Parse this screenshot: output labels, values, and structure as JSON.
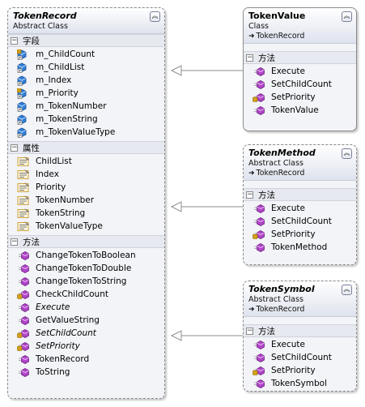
{
  "classes": {
    "token_record": {
      "name": "TokenRecord",
      "stereotype": "Abstract Class",
      "sections": {
        "fields": {
          "title": "字段",
          "items": [
            "m_ChildCount",
            "m_ChildList",
            "m_Index",
            "m_Priority",
            "m_TokenNumber",
            "m_TokenString",
            "m_TokenValueType"
          ]
        },
        "properties": {
          "title": "属性",
          "items": [
            "ChildList",
            "Index",
            "Priority",
            "TokenNumber",
            "TokenString",
            "TokenValueType"
          ]
        },
        "methods": {
          "title": "方法",
          "items": [
            "ChangeTokenToBoolean",
            "ChangeTokenToDouble",
            "ChangeTokenToString",
            "CheckChildCount",
            "Execute",
            "GetValueString",
            "SetChildCount",
            "SetPriority",
            "TokenRecord",
            "ToString"
          ]
        }
      }
    },
    "token_value": {
      "name": "TokenValue",
      "stereotype": "Class",
      "base": "TokenRecord",
      "sections": {
        "methods": {
          "title": "方法",
          "items": [
            "Execute",
            "SetChildCount",
            "SetPriority",
            "TokenValue"
          ]
        }
      }
    },
    "token_method": {
      "name": "TokenMethod",
      "stereotype": "Abstract Class",
      "base": "TokenRecord",
      "sections": {
        "methods": {
          "title": "方法",
          "items": [
            "Execute",
            "SetChildCount",
            "SetPriority",
            "TokenMethod"
          ]
        }
      }
    },
    "token_symbol": {
      "name": "TokenSymbol",
      "stereotype": "Abstract Class",
      "base": "TokenRecord",
      "sections": {
        "methods": {
          "title": "方法",
          "items": [
            "Execute",
            "SetChildCount",
            "SetPriority",
            "TokenSymbol"
          ]
        }
      }
    }
  },
  "icons": {
    "collapse": "double-chevron-up-icon",
    "field": "field-icon",
    "protected_field": "protected-field-icon",
    "property": "property-icon",
    "method": "method-icon",
    "protected_method": "protected-method-icon",
    "inherit": "inheritance-arrow-icon"
  },
  "colors": {
    "field": "#2f7fd8",
    "method": "#b146c8",
    "property": "#c99a2e",
    "lock": "#d4a017",
    "box_bg": "#f3f4f8",
    "connector": "#8c8c8c"
  }
}
